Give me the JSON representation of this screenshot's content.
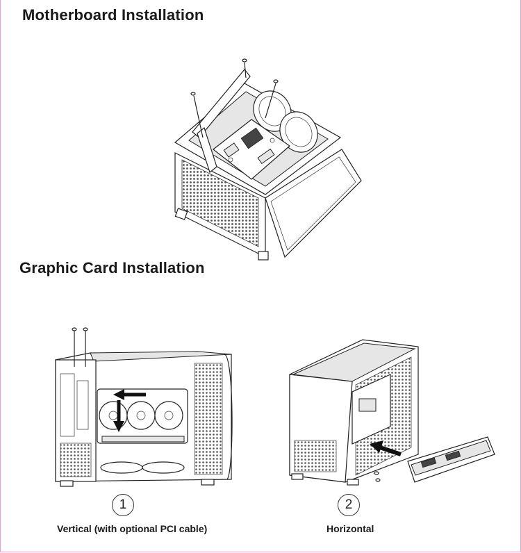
{
  "sections": {
    "motherboard": {
      "title": "Motherboard Installation"
    },
    "graphic_card": {
      "title": "Graphic Card Installation",
      "options": [
        {
          "number": "1",
          "caption": "Vertical (with optional PCI cable)"
        },
        {
          "number": "2",
          "caption": "Horizontal"
        }
      ]
    }
  },
  "colors": {
    "frame": "#d9a6d6",
    "ink": "#222222",
    "arrow": "#111111"
  },
  "icons": [
    "screw-icon",
    "arrow-icon"
  ]
}
